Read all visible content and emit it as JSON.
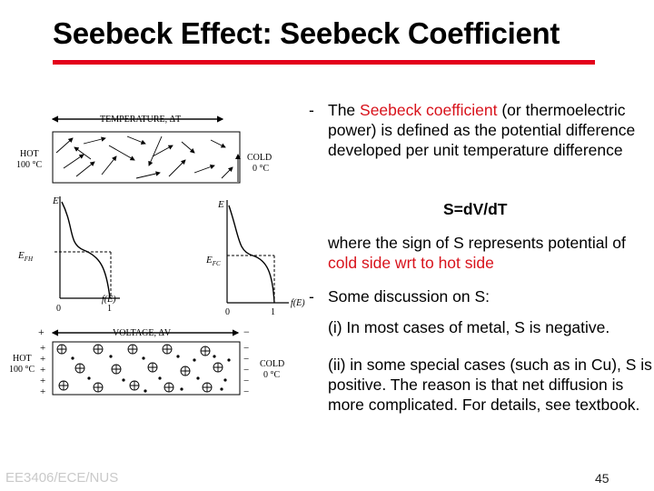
{
  "title": "Seebeck Effect: Seebeck Coefficient",
  "figure": {
    "top_panel": {
      "axis_label": "TEMPERATURE, ΔT",
      "hot_label": "HOT",
      "hot_temp": "100 °C",
      "cold_label": "COLD",
      "cold_temp": "0 °C"
    },
    "left_graph": {
      "y_label": "E",
      "level_label": "E",
      "level_sub": "FH",
      "x_label": "f(E)",
      "tick_0": "0",
      "tick_1": "1"
    },
    "right_graph": {
      "y_label": "E",
      "level_label": "E",
      "level_sub": "FC",
      "x_label": "f(E)",
      "tick_0": "0",
      "tick_1": "1"
    },
    "bottom_panel": {
      "axis_label": "VOLTAGE, ΔV",
      "hot_label": "HOT",
      "hot_temp": "100 °C",
      "cold_label": "COLD",
      "cold_temp": "0 °C",
      "plus": "+",
      "minus": "−"
    }
  },
  "bullets": {
    "b1": {
      "dash": "-",
      "pre": "The ",
      "highlight": "Seebeck coefficient",
      "post": " (or thermoelectric power) is defined as the potential difference developed per unit temperature difference"
    },
    "equation": "S=dV/dT",
    "where": {
      "pre": "where the sign of S represents potential of ",
      "highlight": "cold side wrt to hot side"
    },
    "b2": {
      "dash": "-",
      "text": "Some discussion on S:"
    },
    "case1": "(i) In most cases of metal, S is negative.",
    "case2": "(ii) in some special cases (such as in Cu), S is positive. The reason is that net diffusion is more complicated. For details, see textbook."
  },
  "footer": "EE3406/ECE/NUS",
  "page_number": "45"
}
